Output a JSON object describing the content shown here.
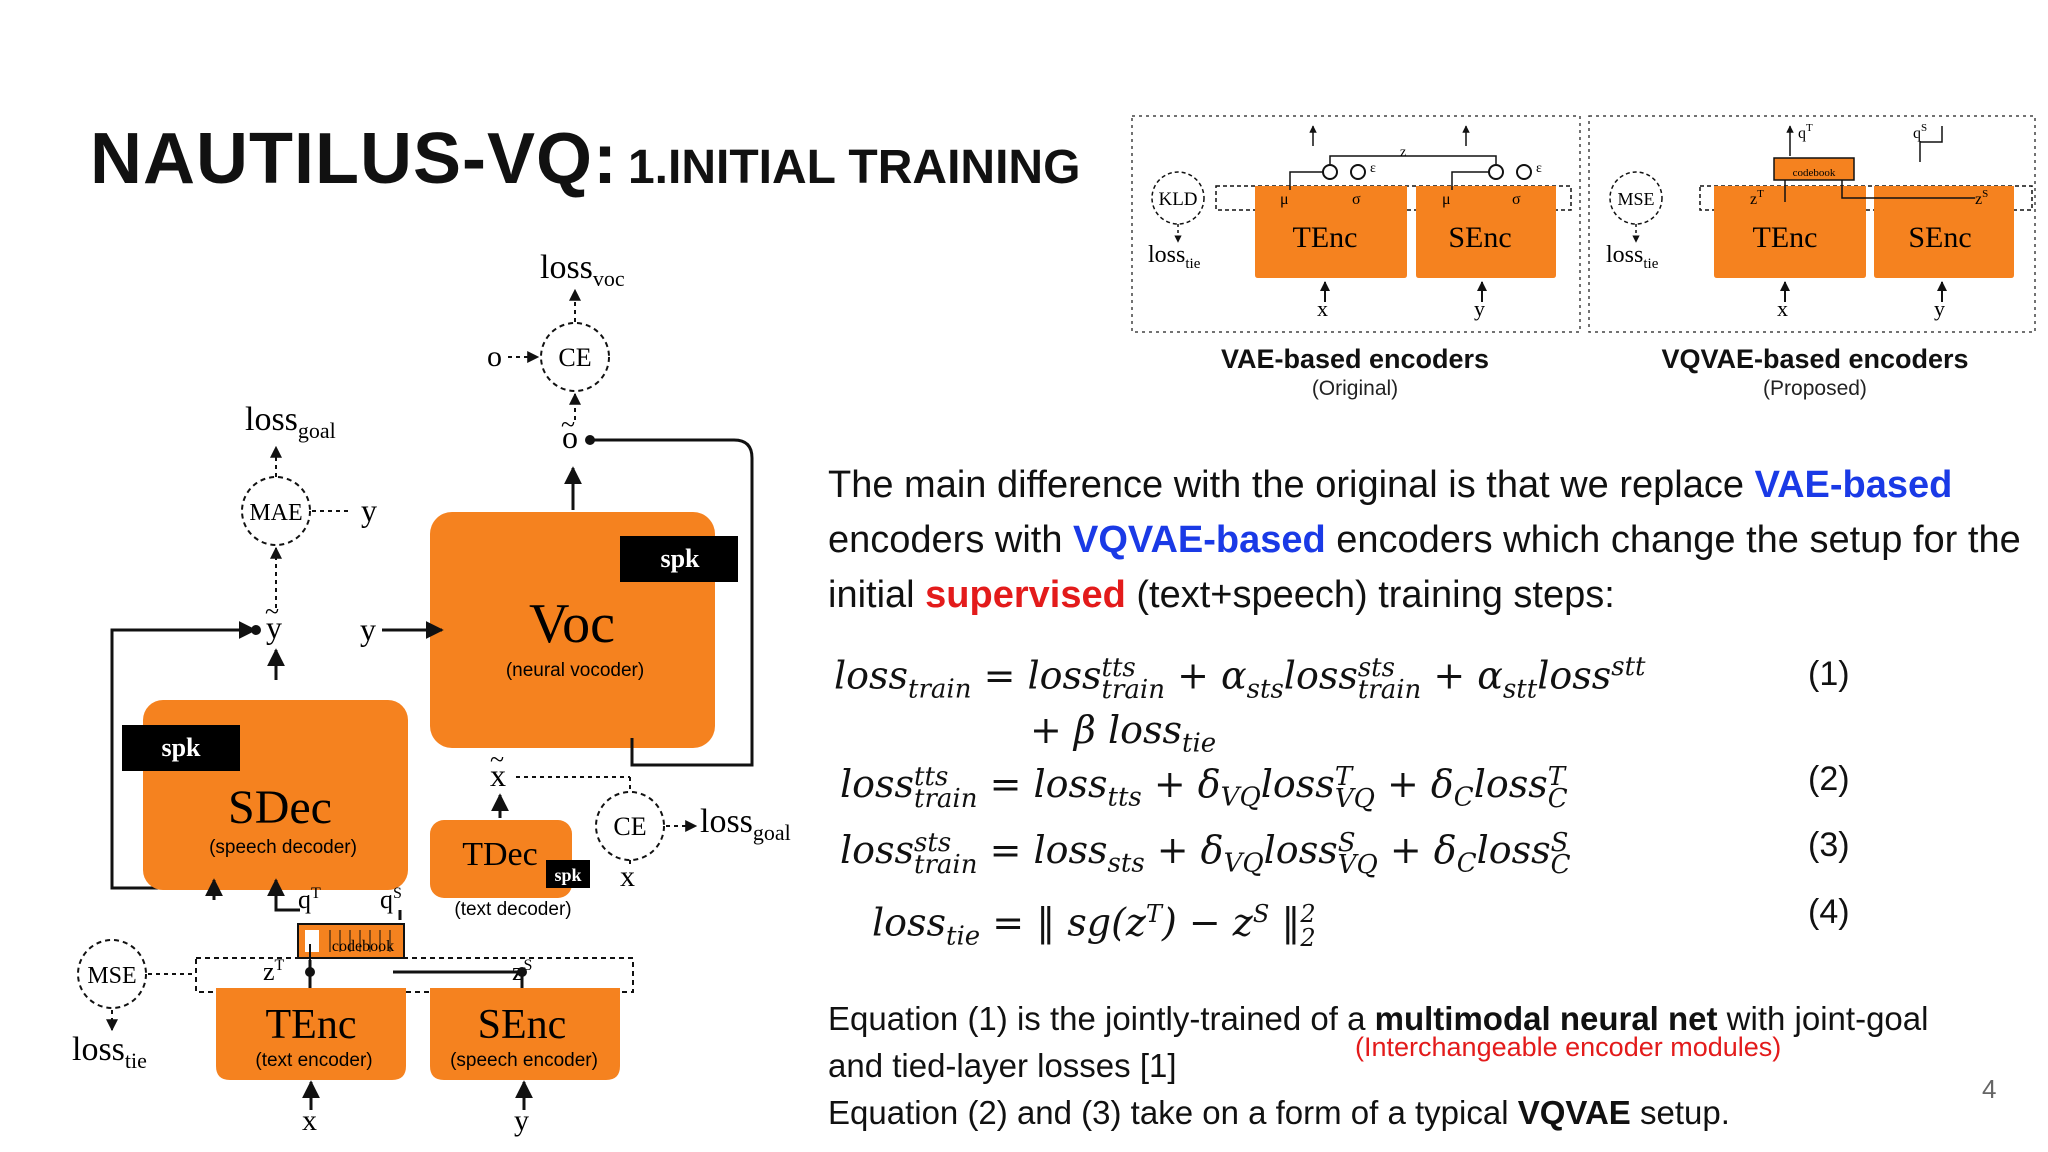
{
  "title": {
    "main": "NAUTILUS-VQ:",
    "sub": "1.INITIAL TRAINING"
  },
  "diagram": {
    "spk": "spk",
    "voc": {
      "name": "Voc",
      "desc": "(neural vocoder)"
    },
    "sdec": {
      "name": "SDec",
      "desc": "(speech decoder)"
    },
    "tdec": {
      "name": "TDec",
      "desc": "(text decoder)"
    },
    "tenc": {
      "name": "TEnc",
      "desc": "(text encoder)"
    },
    "senc": {
      "name": "SEnc",
      "desc": "(speech encoder)"
    },
    "codebook": "codebook",
    "ce": "CE",
    "mae": "MAE",
    "mse": "MSE",
    "kld": "KLD",
    "loss": "loss",
    "sub_voc": "voc",
    "sub_goal": "goal",
    "sub_tie": "tie",
    "o": "o",
    "x": "x",
    "y": "y",
    "z": "z",
    "q": "q",
    "T": "T",
    "S": "S",
    "mu": "μ",
    "sigma": "σ",
    "eps": "ε"
  },
  "panels": [
    {
      "caption": "VAE-based encoders",
      "sub": "(Original)"
    },
    {
      "caption": "VQVAE-based encoders",
      "sub": "(Proposed)"
    }
  ],
  "intro": {
    "p1": "The main difference with the original is that we replace ",
    "h1": "VAE-based",
    "p2": " encoders with ",
    "h2": "VQVAE-based",
    "p3": " encoders which change the setup for the initial ",
    "h3": "supervised",
    "p4": " (text+speech) training steps:"
  },
  "equations": [
    {
      "number": "(1)"
    },
    {
      "number": "(2)"
    },
    {
      "number": "(3)"
    },
    {
      "number": "(4)"
    }
  ],
  "footer": {
    "l1a": "Equation (1) is the jointly-trained of a ",
    "l1b": "multimodal neural net",
    "l1c": " with joint-goal",
    "l2": "and tied-layer losses [1]",
    "l3a": "Equation (2) and (3) take on a form of a typical ",
    "l3b": "VQVAE",
    "l3c": " setup.",
    "note": "(Interchangeable encoder modules)"
  },
  "page_number": "4",
  "colors": {
    "orange": "#f5821f",
    "blue": "#1a3ae6",
    "red": "#e31b1b"
  }
}
